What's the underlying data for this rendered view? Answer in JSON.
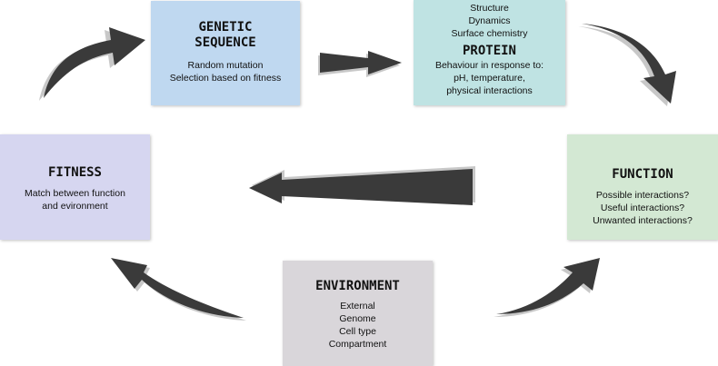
{
  "boxes": {
    "genetic": {
      "title": "GENETIC\nSEQUENCE",
      "lines": [
        "Random mutation",
        "Selection based on fitness"
      ]
    },
    "protein": {
      "pre_lines": [
        "Structure",
        "Dynamics",
        "Surface chemistry"
      ],
      "title": "PROTEIN",
      "lines": [
        "Behaviour in response to:",
        "pH, temperature,",
        "physical interactions"
      ]
    },
    "function": {
      "title": "FUNCTION",
      "lines": [
        "Possible interactions?",
        "Useful interactions?",
        "Unwanted interactions?"
      ]
    },
    "fitness": {
      "title": "FITNESS",
      "lines": [
        "Match between function",
        "and evironment"
      ]
    },
    "environment": {
      "title": "ENVIRONMENT",
      "lines": [
        "External",
        "Genome",
        "Cell type",
        "Compartment"
      ]
    }
  },
  "colors": {
    "genetic": "#bfd8f0",
    "protein": "#bfe3e3",
    "function": "#d3e8d3",
    "fitness": "#d6d6f0",
    "environment": "#d9d6da",
    "arrow": "#3a3a3a",
    "arrow_shadow": "#c8c8c8"
  }
}
